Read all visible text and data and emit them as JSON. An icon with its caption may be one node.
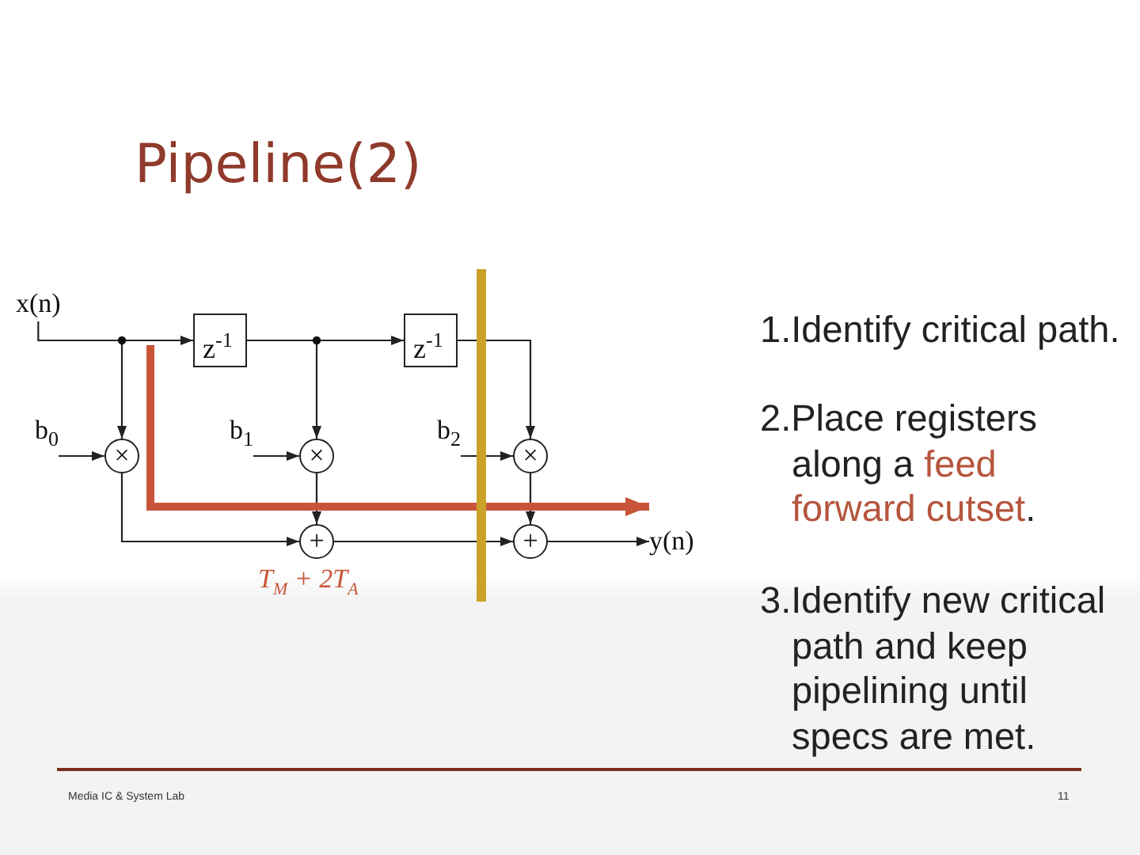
{
  "diagram": {
    "title": "Pipeline(2)",
    "nodes": [
      {
        "text": [
          "x(n)"
        ]
      },
      {
        "text": [
          "z$^{-1}$"
        ]
      },
      {
        "text": [
          "z$^{-1}$"
        ]
      },
      {
        "text": [
          "b$_{0}$"
        ]
      },
      {
        "text": [
          "×"
        ]
      },
      {
        "text": [
          "b$_{1}$"
        ]
      },
      {
        "text": [
          "×"
        ]
      },
      {
        "text": [
          "b$_{2}$"
        ]
      },
      {
        "text": [
          "×"
        ]
      },
      {
        "text": [
          "+"
        ]
      },
      {
        "text": [
          "+"
        ]
      },
      {
        "text": [
          "y(n)"
        ]
      }
    ],
    "edges": [
      {
        "from": 0,
        "to": 1,
        "arrow": "to"
      },
      {
        "from": 0,
        "to": 4,
        "arrow": "to"
      },
      {
        "from": 1,
        "to": 2,
        "arrow": "to"
      },
      {
        "from": 1,
        "to": 6,
        "arrow": "to"
      },
      {
        "from": 2,
        "to": 8,
        "arrow": "to"
      },
      {
        "from": 3,
        "to": 4,
        "arrow": "to"
      },
      {
        "from": 5,
        "to": 6,
        "arrow": "to"
      },
      {
        "from": 7,
        "to": 8,
        "arrow": "to"
      },
      {
        "from": 4,
        "to": 9,
        "arrow": "to"
      },
      {
        "from": 6,
        "to": 9,
        "arrow": "to"
      },
      {
        "from": 9,
        "to": 10,
        "arrow": "to"
      },
      {
        "from": 8,
        "to": 10,
        "arrow": "to"
      },
      {
        "from": 10,
        "to": 11,
        "arrow": "to"
      },
      {
        "from": null,
        "to": 11,
        "arrow": "to",
        "label": "T$_{M}$ + 2T$_{A}$",
        "style": "thick",
        "color": "#c8553a"
      }
    ],
    "labels": [
      "1.Identify critical path.",
      "2.Place registers along a *feed forward cutset*.",
      "3.Identify new critical path and keep pipelining until specs are met.",
      "Media IC & System Lab",
      "11"
    ]
  }
}
